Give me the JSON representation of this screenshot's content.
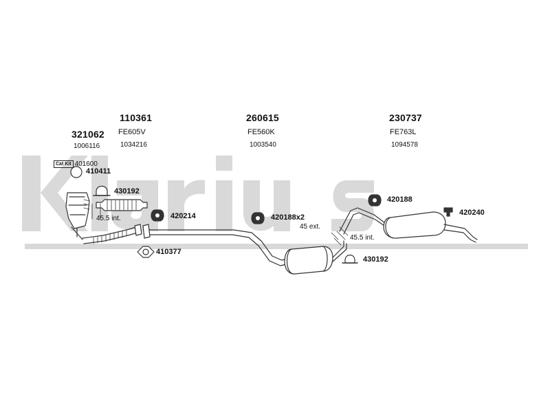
{
  "watermark": {
    "text": "klarius",
    "color": "#d9d9d9"
  },
  "parts": [
    {
      "code": "321062",
      "sub": "",
      "num": "1006116"
    },
    {
      "code": "110361",
      "sub": "FE605V",
      "num": "1034216"
    },
    {
      "code": "260615",
      "sub": "FE560K",
      "num": "1003540"
    },
    {
      "code": "230737",
      "sub": "FE763L",
      "num": "1094578"
    }
  ],
  "cat_kit": {
    "tag": "Cat Kit",
    "value": "401600"
  },
  "callouts": {
    "c410411": "410411",
    "c430192a": "430192",
    "c420214": "420214",
    "c410377": "410377",
    "c420188x2": "420188x2",
    "c420188": "420188",
    "c420240": "420240",
    "c430192b": "430192"
  },
  "dimensions": {
    "d1": "45.5 int.",
    "d2": "45 ext.",
    "d3": "45.5 int."
  },
  "colors": {
    "line": "#333333",
    "watermark": "#d9d9d9"
  }
}
